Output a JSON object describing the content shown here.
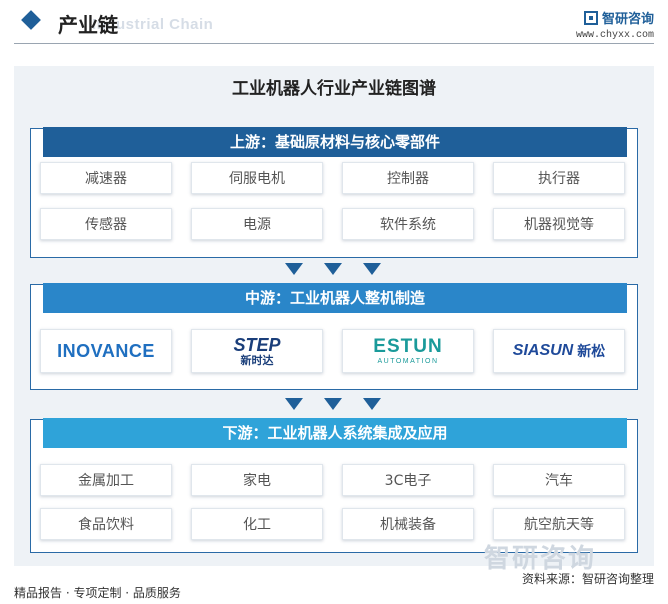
{
  "header": {
    "title": "产业链",
    "subtitle": "Industrial Chain",
    "brand_name": "智研咨询",
    "brand_url": "www.chyxx.com"
  },
  "diagram": {
    "title": "工业机器人行业产业链图谱",
    "upstream": {
      "label": "上游：基础原材料与核心零部件",
      "items": [
        "减速器",
        "伺服电机",
        "控制器",
        "执行器",
        "传感器",
        "电源",
        "软件系统",
        "机器视觉等"
      ]
    },
    "midstream": {
      "label": "中游：工业机器人整机制造",
      "companies": [
        {
          "logo_text": "INOVANCE",
          "color": "#1f6fc0"
        },
        {
          "logo_text": "STEP",
          "logo_sub": "新时达",
          "color": "#1a3e7a"
        },
        {
          "logo_text": "ESTUN",
          "logo_sub": "AUTOMATION",
          "color": "#1a9a9a"
        },
        {
          "logo_text": "SIASUN",
          "logo_sub": "新松",
          "color": "#1f4a9a"
        }
      ]
    },
    "downstream": {
      "label": "下游：工业机器人系统集成及应用",
      "items": [
        "金属加工",
        "家电",
        "3C电子",
        "汽车",
        "食品饮料",
        "化工",
        "机械装备",
        "航空航天等"
      ]
    }
  },
  "colors": {
    "upstream_bar": "#1f5f99",
    "midstream_bar": "#2a86c9",
    "downstream_bar": "#2fa3d9",
    "arrow": "#1f5f99"
  },
  "footer": {
    "left": "精品报告 · 专项定制 · 品质服务",
    "source": "资料来源：智研咨询整理",
    "watermark": "智研咨询"
  }
}
